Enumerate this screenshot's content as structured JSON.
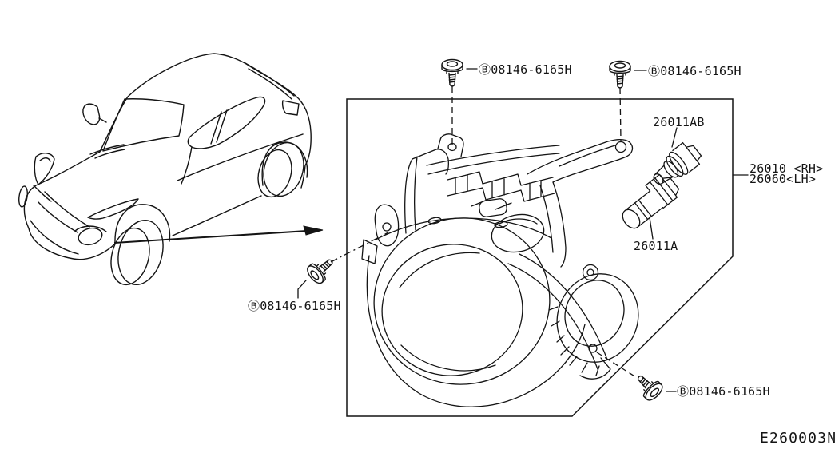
{
  "diagram": {
    "code": "E260003N",
    "background_color": "#ffffff",
    "line_color": "#141414"
  },
  "icons": {
    "circled_b": "Ⓑ"
  },
  "parts": {
    "headlamp_assembly": {
      "label_rh": "26010 <RH>",
      "label_lh": "26060<LH>"
    },
    "headlamp_bulb": {
      "number": "26011AB"
    },
    "bulb_socket": {
      "number": "26011A"
    },
    "mounting_bolt": {
      "number": "08146-6165H"
    }
  }
}
